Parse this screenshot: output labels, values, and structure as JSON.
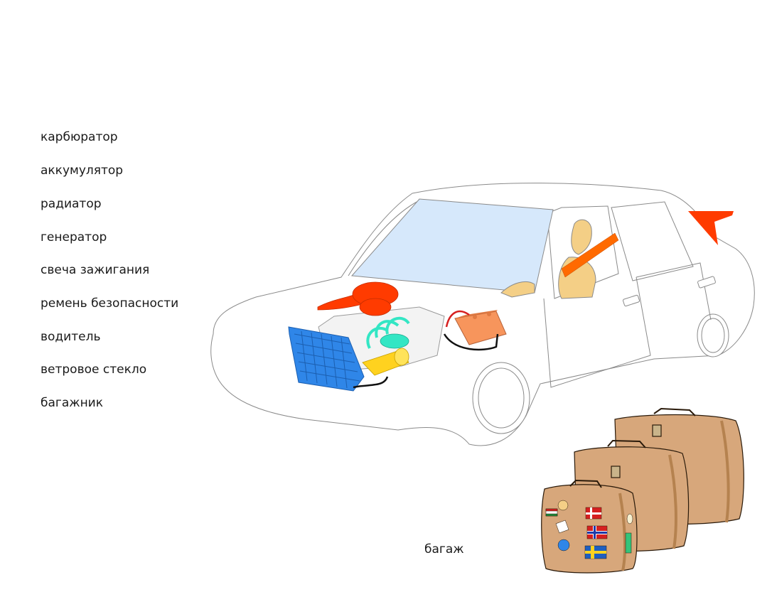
{
  "labels": [
    "карбюратор",
    "аккумулятор",
    "радиатор",
    "генератор",
    "свеча зажигания",
    "ремень безопасности",
    "водитель",
    "ветровое стекло",
    "багажник"
  ],
  "luggage_label": "багаж",
  "colors": {
    "outline": "#8a8a8a",
    "windshield": "#d6e8fb",
    "carburetor": "#ff3b00",
    "radiator": "#2f86e8",
    "battery": "#f7955c",
    "generator": "#ffd21f",
    "spark_plug": "#33e6c4",
    "seatbelt": "#ff6a00",
    "driver": "#f4cf86",
    "trunk_lid": "#ff3b00",
    "suitcase": "#d7a77b",
    "suitcase_dark": "#b5824f"
  }
}
